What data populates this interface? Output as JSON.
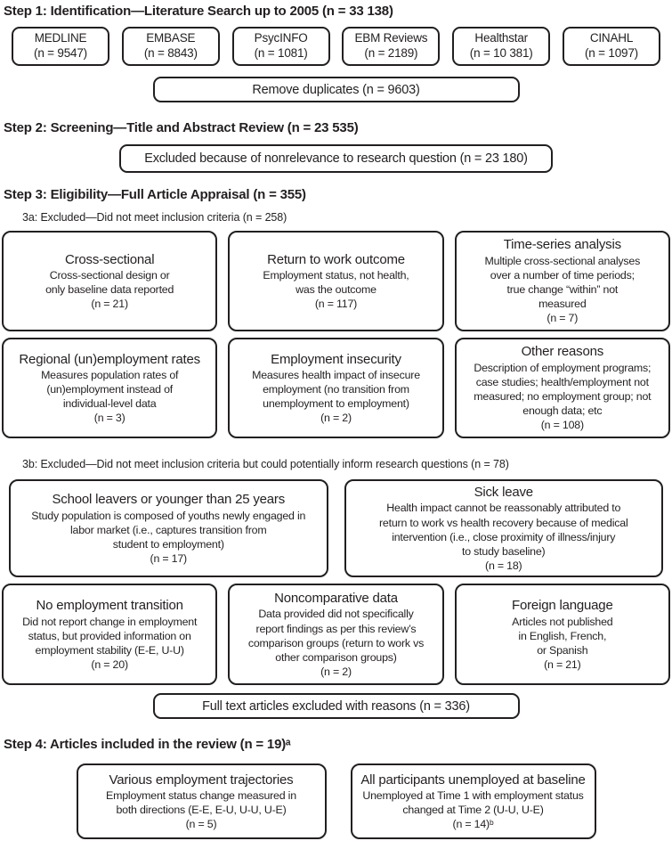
{
  "figure": {
    "colors": {
      "border": "#231f20",
      "background": "#ffffff",
      "text": "#231f20"
    },
    "step1": {
      "header": "Step 1: Identification—Literature Search up to 2005 (n = 33 138)",
      "databases": [
        {
          "name": "MEDLINE",
          "count": "(n = 9547)"
        },
        {
          "name": "EMBASE",
          "count": "(n = 8843)"
        },
        {
          "name": "PsycINFO",
          "count": "(n = 1081)"
        },
        {
          "name": "EBM Reviews",
          "count": "(n = 2189)"
        },
        {
          "name": "Healthstar",
          "count": "(n = 10 381)"
        },
        {
          "name": "CINAHL",
          "count": "(n = 1097)"
        }
      ],
      "remove_duplicates": "Remove duplicates (n = 9603)"
    },
    "step2": {
      "header": "Step 2: Screening—Title and Abstract Review (n = 23 535)",
      "excluded": "Excluded because of nonrelevance to research question (n = 23 180)"
    },
    "step3": {
      "header": "Step 3: Eligibility—Full Article Appraisal (n = 355)",
      "a": {
        "header": "3a: Excluded—Did not meet inclusion criteria (n = 258)",
        "boxes": [
          {
            "title": "Cross-sectional",
            "body": [
              "Cross-sectional design or",
              "only baseline data reported",
              "(n = 21)"
            ]
          },
          {
            "title": "Return to work outcome",
            "body": [
              "Employment status, not health,",
              "was the outcome",
              "(n = 117)"
            ]
          },
          {
            "title": "Time-series analysis",
            "body": [
              "Multiple cross-sectional analyses",
              "over a number of time periods;",
              "true change “within” not",
              "measured",
              "(n = 7)"
            ]
          },
          {
            "title": "Regional (un)employment rates",
            "body": [
              "Measures population rates of",
              "(un)employment instead of",
              "individual-level data",
              "(n = 3)"
            ]
          },
          {
            "title": "Employment insecurity",
            "body": [
              "Measures health impact of insecure",
              "employment (no transition from",
              "unemployment to employment)",
              "(n = 2)"
            ]
          },
          {
            "title": "Other reasons",
            "body": [
              "Description of employment programs;",
              "case studies; health/employment not",
              "measured; no employment group; not",
              "enough data; etc",
              "(n = 108)"
            ]
          }
        ]
      },
      "b": {
        "header": "3b: Excluded—Did not meet inclusion criteria but could potentially inform research questions (n = 78)",
        "row1": [
          {
            "title": "School leavers or younger than 25 years",
            "body": [
              "Study population is composed of youths newly engaged in",
              "labor market (i.e., captures transition from",
              "student to employment)",
              "(n = 17)"
            ]
          },
          {
            "title": "Sick leave",
            "body": [
              "Health impact cannot be reassonably attributed to",
              "return to work vs health recovery because of medical",
              "intervention (i.e., close proximity of illness/injury",
              "to study baseline)",
              "(n = 18)"
            ]
          }
        ],
        "row2": [
          {
            "title": "No employment transition",
            "body": [
              "Did not report change in employment",
              "status, but provided information on",
              "employment stability (E-E, U-U)",
              "(n = 20)"
            ]
          },
          {
            "title": "Noncomparative data",
            "body": [
              "Data provided did not specifically",
              "report findings as per this review’s",
              "comparison groups (return to work vs",
              "other comparison groups)",
              "(n = 2)"
            ]
          },
          {
            "title": "Foreign language",
            "body": [
              "Articles not published",
              "in English, French,",
              "or Spanish",
              "(n = 21)"
            ]
          }
        ]
      },
      "full_text_excluded": "Full text articles excluded with reasons (n = 336)"
    },
    "step4": {
      "header": "Step 4: Articles included in the review (n = 19)ᵃ",
      "boxes": [
        {
          "title": "Various employment trajectories",
          "body": [
            "Employment status change measured in",
            "both directions (E-E, E-U, U-U, U-E)",
            "(n = 5)"
          ]
        },
        {
          "title": "All participants unemployed at baseline",
          "body": [
            "Unemployed at Time 1 with employment status",
            "changed at Time 2 (U-U, U-E)",
            "(n = 14)ᵇ"
          ]
        }
      ]
    }
  }
}
